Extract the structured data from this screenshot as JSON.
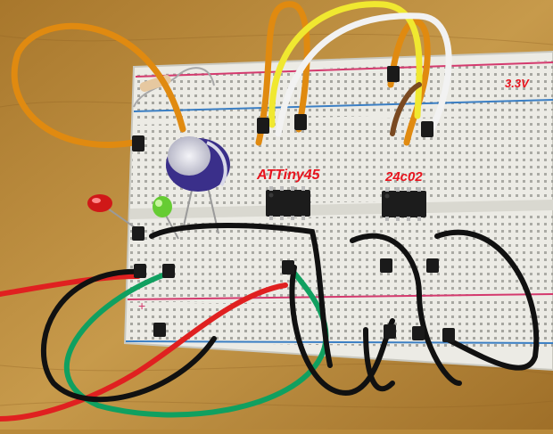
{
  "labels": {
    "attiny": "ATTiny45",
    "eeprom": "24c02",
    "voltage": "3.3V"
  },
  "colors": {
    "wood": "#b8893a",
    "breadboard": "#ecebe5",
    "rail_red": "#d43a6e",
    "rail_blue": "#3b7fc4",
    "label_red": "#e8141e"
  }
}
